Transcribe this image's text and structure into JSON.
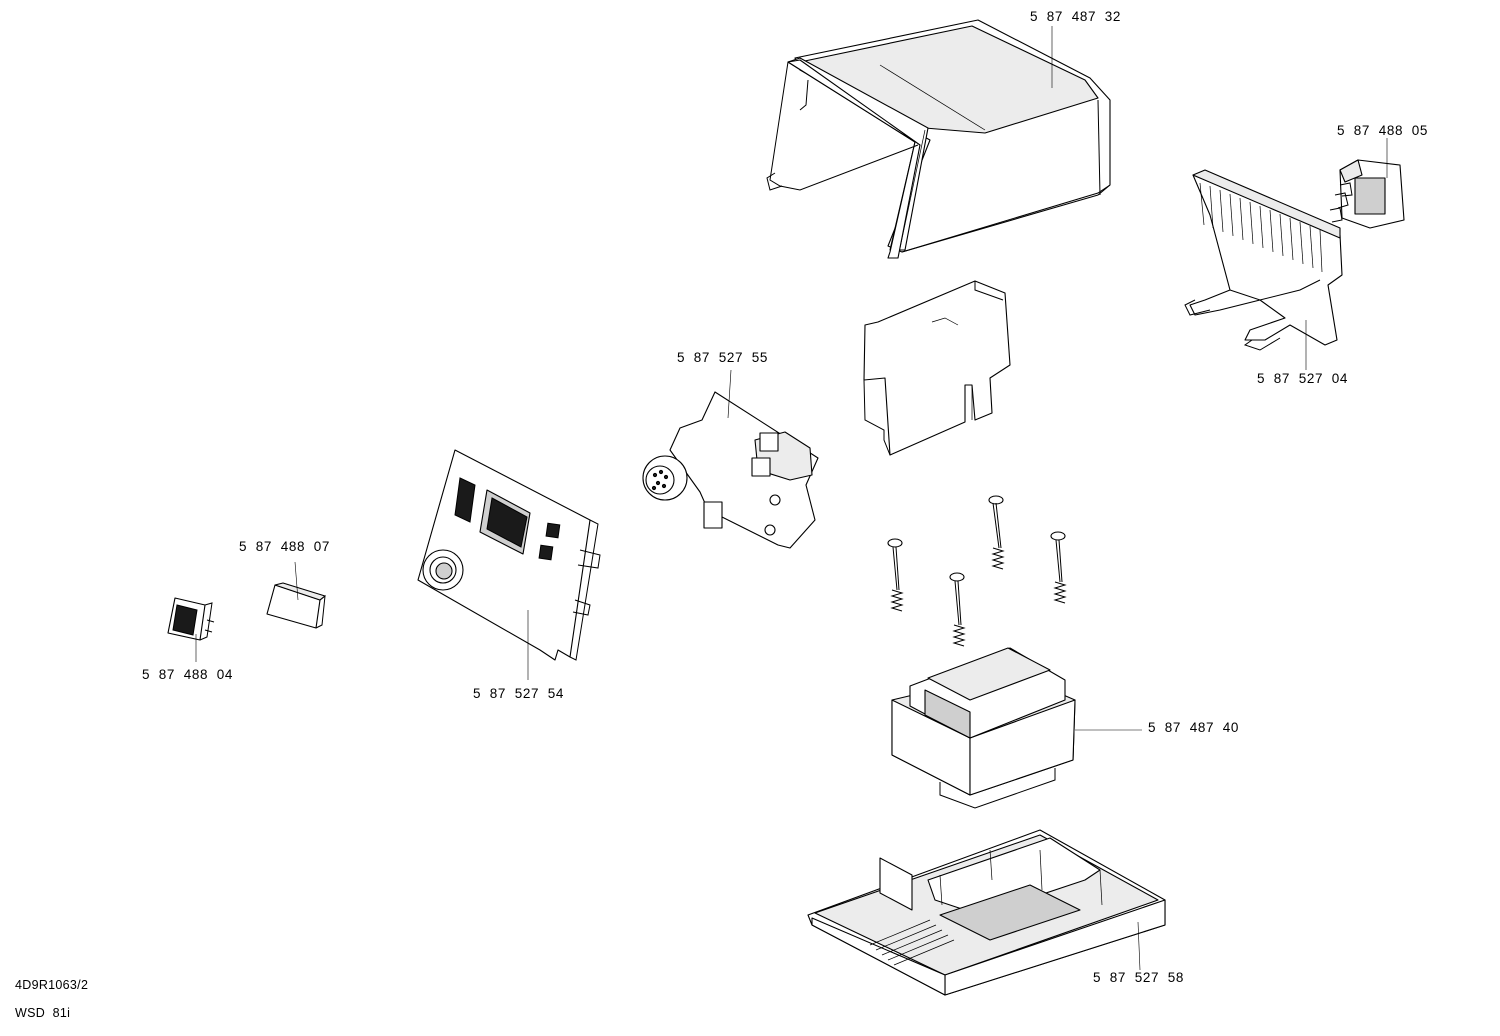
{
  "parts": [
    {
      "id": "housing-cover",
      "number": "5  87  487  32"
    },
    {
      "id": "power-switch-module",
      "number": "5  87  488  05"
    },
    {
      "id": "heatsink",
      "number": "5  87  527  04"
    },
    {
      "id": "pcb",
      "number": "5  87  527  55"
    },
    {
      "id": "button",
      "number": "5  87  488  07"
    },
    {
      "id": "rocker-switch",
      "number": "5  87  488  04"
    },
    {
      "id": "front-panel",
      "number": "5  87  527  54"
    },
    {
      "id": "transformer",
      "number": "5  87  487  40"
    },
    {
      "id": "base",
      "number": "5  87  527  58"
    }
  ],
  "drawing_info": {
    "drawing_number": "4D9R1063/2",
    "model": "WSD  81i"
  }
}
